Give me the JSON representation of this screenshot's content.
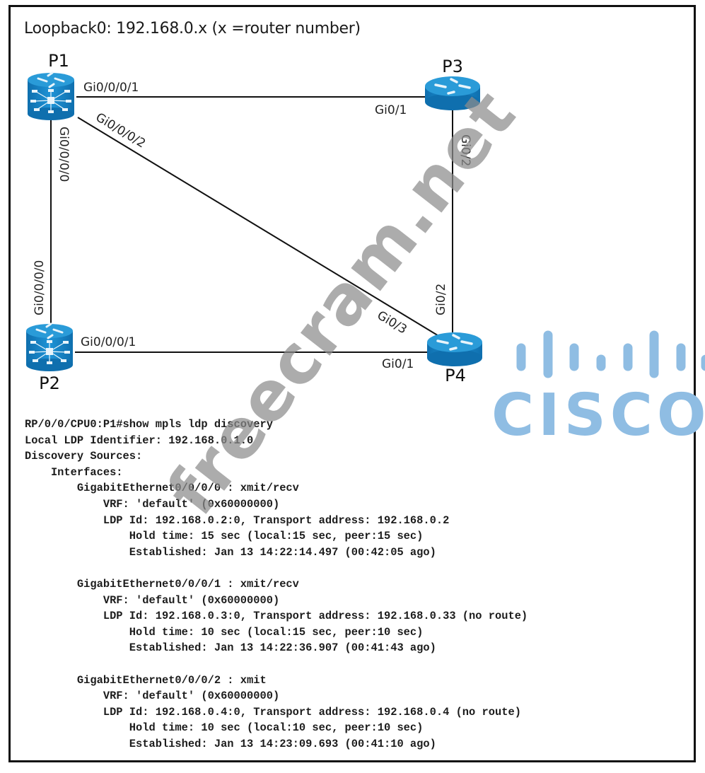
{
  "diagram": {
    "title": "Loopback0: 192.168.0.x (x =router number)",
    "routers": [
      {
        "id": "P1",
        "label": "P1",
        "icon": "multilayer-switch-router-icon"
      },
      {
        "id": "P2",
        "label": "P2",
        "icon": "multilayer-switch-router-icon"
      },
      {
        "id": "P3",
        "label": "P3",
        "icon": "router-icon"
      },
      {
        "id": "P4",
        "label": "P4",
        "icon": "router-icon"
      }
    ],
    "links": [
      {
        "from": "P1",
        "to": "P3",
        "from_if": "Gi0/0/0/1",
        "to_if": "Gi0/1"
      },
      {
        "from": "P1",
        "to": "P2",
        "from_if": "Gi0/0/0/0",
        "to_if": "Gi0/0/0/0"
      },
      {
        "from": "P1",
        "to": "P4",
        "from_if": "Gi0/0/0/2",
        "to_if": "Gi0/3"
      },
      {
        "from": "P3",
        "to": "P4",
        "from_if": "Gi0/2",
        "to_if": "Gi0/2"
      },
      {
        "from": "P2",
        "to": "P4",
        "from_if": "Gi0/0/0/1",
        "to_if": "Gi0/1"
      }
    ],
    "colors": {
      "router_blue": "#1e8fd0",
      "router_top": "#2a9bd8",
      "link": "#111111",
      "cisco_logo": "#8fbde3",
      "watermark": "#8c8c8c"
    }
  },
  "cli": {
    "lines": [
      "RP/0/0/CPU0:P1#show mpls ldp discovery",
      "Local LDP Identifier: 192.168.0.1.0",
      "Discovery Sources:",
      "    Interfaces:",
      "        GigabitEthernet0/0/0/0 : xmit/recv",
      "            VRF: 'default' (0x60000000)",
      "            LDP Id: 192.168.0.2:0, Transport address: 192.168.0.2",
      "                Hold time: 15 sec (local:15 sec, peer:15 sec)",
      "                Established: Jan 13 14:22:14.497 (00:42:05 ago)",
      "",
      "        GigabitEthernet0/0/0/1 : xmit/recv",
      "            VRF: 'default' (0x60000000)",
      "            LDP Id: 192.168.0.3:0, Transport address: 192.168.0.33 (no route)",
      "                Hold time: 10 sec (local:15 sec, peer:10 sec)",
      "                Established: Jan 13 14:22:36.907 (00:41:43 ago)",
      "",
      "        GigabitEthernet0/0/0/2 : xmit",
      "            VRF: 'default' (0x60000000)",
      "            LDP Id: 192.168.0.4:0, Transport address: 192.168.0.4 (no route)",
      "                Hold time: 10 sec (local:10 sec, peer:10 sec)",
      "                Established: Jan 13 14:23:09.693 (00:41:10 ago)"
    ]
  },
  "overlays": {
    "watermark_text": "freecram.net",
    "logo_text": "CISCO",
    "logo_icon": "cisco-bridge-bars-icon"
  }
}
